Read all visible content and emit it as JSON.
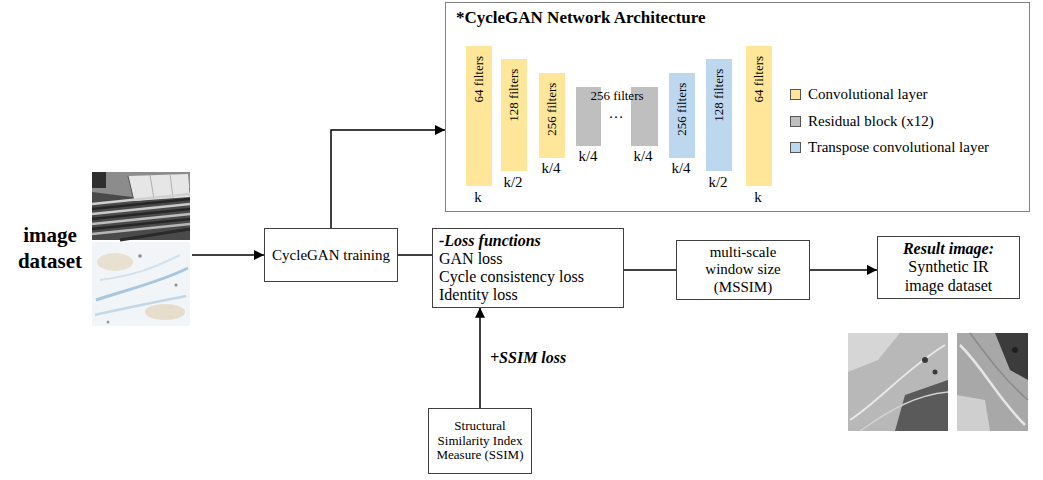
{
  "diagram": {
    "nodes": [
      {
        "text": [
          "image dataset"
        ]
      },
      {
        "text": [
          "CycleGAN training"
        ]
      },
      {
        "text": [
          "*CycleGAN Network Architecture"
        ]
      },
      {
        "text": [
          "64 filters"
        ],
        "in": 2
      },
      {
        "text": [
          "128 filters"
        ],
        "in": 2
      },
      {
        "text": [
          "256 filters"
        ],
        "in": 2
      },
      {
        "text": [
          "256 filters"
        ],
        "in": 2
      },
      {
        "text": [
          "256 filters"
        ],
        "in": 2
      },
      {
        "text": [
          "128 filters"
        ],
        "in": 2
      },
      {
        "text": [
          "64 filters"
        ],
        "in": 2
      },
      {
        "text": [
          "-Loss functions",
          "GAN loss",
          "Cycle consistency loss",
          "Identity loss"
        ]
      },
      {
        "text": [
          "multi-scale window size (MSSIM)"
        ]
      },
      {
        "text": [
          "Result image:",
          "Synthetic IR image dataset"
        ]
      },
      {
        "text": [
          "Structural Similarity Index Measure (SSIM)"
        ]
      }
    ],
    "edges": [
      {
        "from": 0,
        "to": 1,
        "arrow": "to"
      },
      {
        "from": 1,
        "to": 2,
        "arrow": "to"
      },
      {
        "from": 1,
        "to": 10,
        "arrow": "none"
      },
      {
        "from": 10,
        "to": 11,
        "arrow": "none"
      },
      {
        "from": 11,
        "to": 12,
        "arrow": "to"
      },
      {
        "from": 13,
        "to": 10,
        "arrow": "to",
        "label": "+SSIM loss"
      }
    ],
    "labels": [
      "k",
      "k/2",
      "k/4",
      "k/4",
      "…",
      "k/4",
      "k/4",
      "k/2",
      "k"
    ],
    "legend": [
      {
        "text": "Convolutional layer",
        "color": "#ffe699"
      },
      {
        "text": "Residual block (x12)",
        "color": "#bfbfbf"
      },
      {
        "text": "Transpose convolutional layer",
        "color": "#bdd7ee"
      }
    ]
  }
}
